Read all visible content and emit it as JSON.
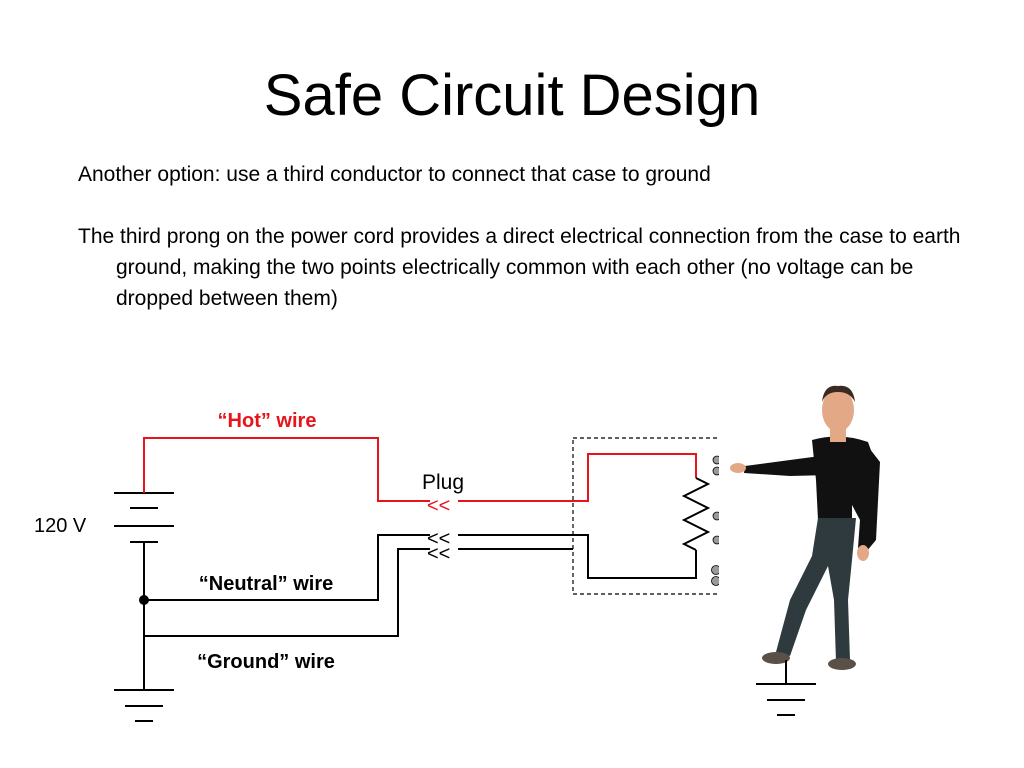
{
  "slide": {
    "title": "Safe Circuit Design",
    "paragraphs": [
      "Another option:  use a third conductor to connect that case to ground",
      "The third prong on the power cord provides a direct electrical connection from the case to earth ground, making the two points electrically common with each other (no voltage can be dropped between them)"
    ]
  },
  "diagram": {
    "hot_label": "“Hot” wire",
    "plug_label": "Plug",
    "voltage_label": "120 V",
    "neutral_label": "“Neutral” wire",
    "ground_label": "“Ground” wire",
    "plug_glyph": "<<",
    "colors": {
      "hot": "#e8141b",
      "wire": "#000000",
      "case_border": "#000000",
      "face_control": "#999999",
      "person_shirt": "#111111",
      "person_jeans": "#2e3a3d",
      "person_skin": "#e3a987"
    }
  }
}
